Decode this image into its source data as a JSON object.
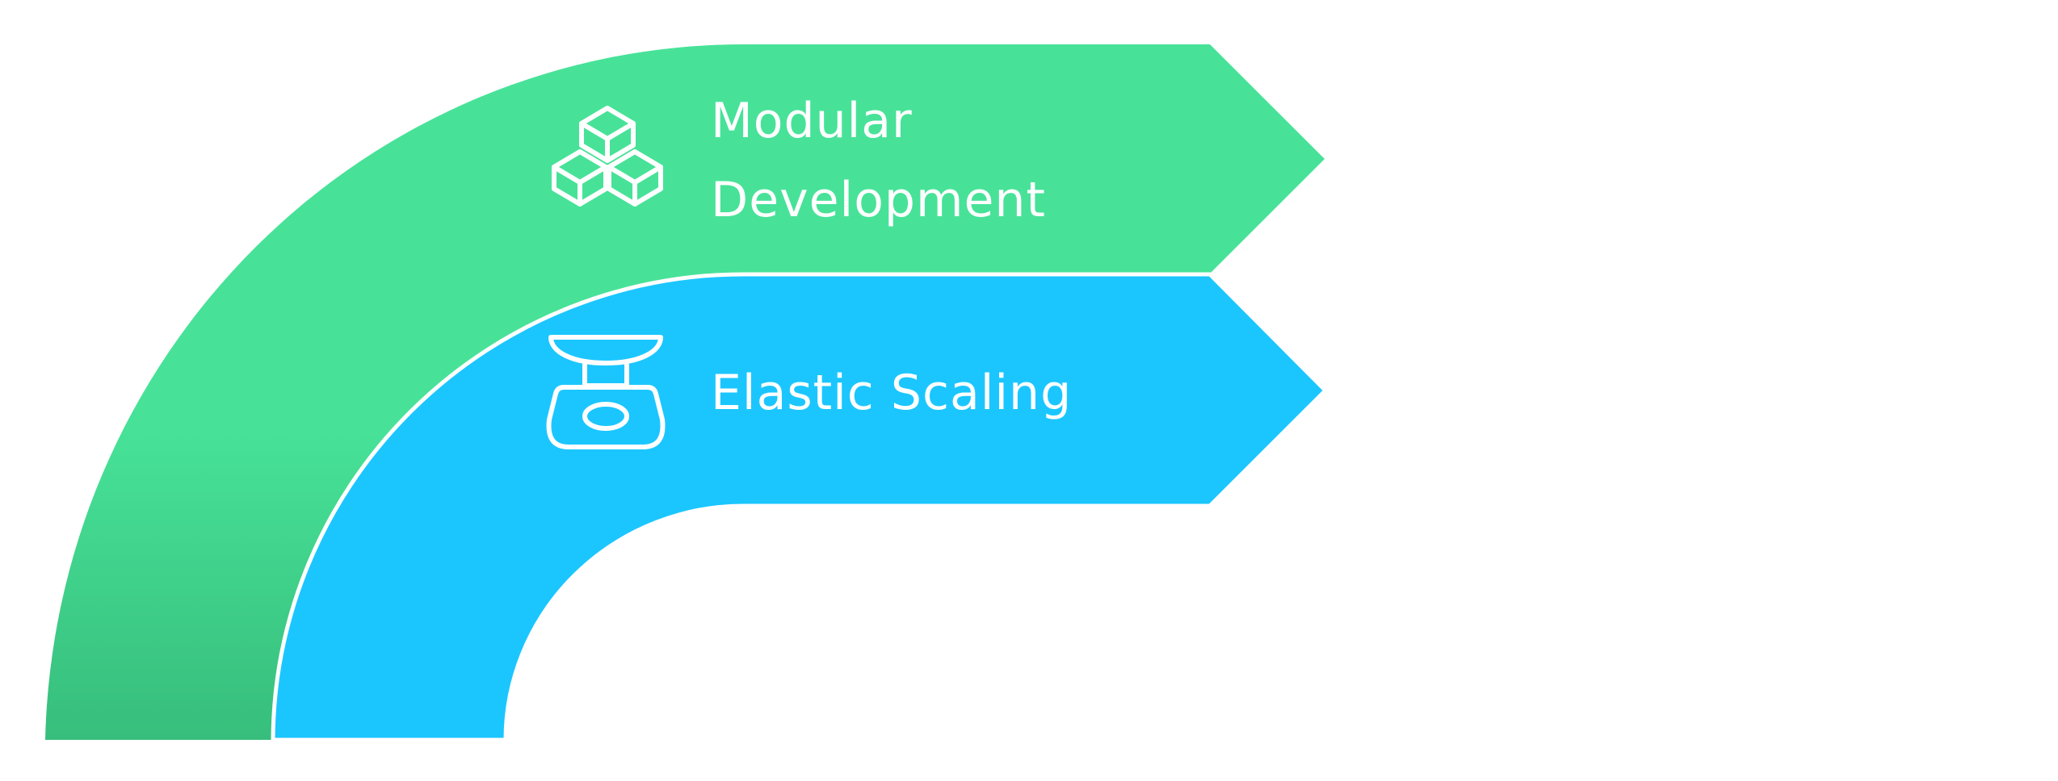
{
  "diagram": {
    "items": [
      {
        "label_lines": [
          "Modular",
          "Development"
        ],
        "icon": "modular-blocks-icon",
        "color_top": "#47e298",
        "color_bottom": "#37be7c"
      },
      {
        "label_lines": [
          "Elastic Scaling"
        ],
        "icon": "scale-icon",
        "color": "#1bc6ff"
      }
    ]
  }
}
